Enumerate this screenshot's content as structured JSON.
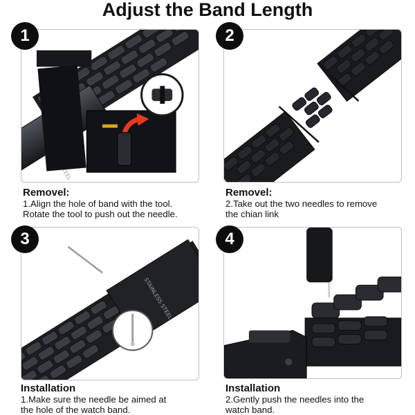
{
  "title": "Adjust the Band Length",
  "steps": [
    {
      "number": "1",
      "heading": "Removel:",
      "line1": "1.Align the hole of band with the tool.",
      "line2": "Rotate the tool to push out the needle.",
      "engraving": "STAINLESS STEEL"
    },
    {
      "number": "2",
      "heading": "Removel:",
      "line1": "2.Take out the two needles to remove",
      "line2": "the chian link"
    },
    {
      "number": "3",
      "heading": "Installation",
      "line1": "1.Make sure the needle be aimed at",
      "line2": "the hole of the watch band.",
      "engraving": "STAINLESS STEEL"
    },
    {
      "number": "4",
      "heading": "Installation",
      "line1": "2.Gently push the needles into the",
      "line2": "watch band."
    }
  ],
  "colors": {
    "metal_dark": "#1c1e22",
    "metal_mid": "#3a3d44",
    "metal_light": "#8a8f98",
    "arrow_red": "#e63a1c",
    "pin_gold": "#d8a825",
    "border": "#bfbfbf",
    "badge": "#0d0d0d"
  }
}
